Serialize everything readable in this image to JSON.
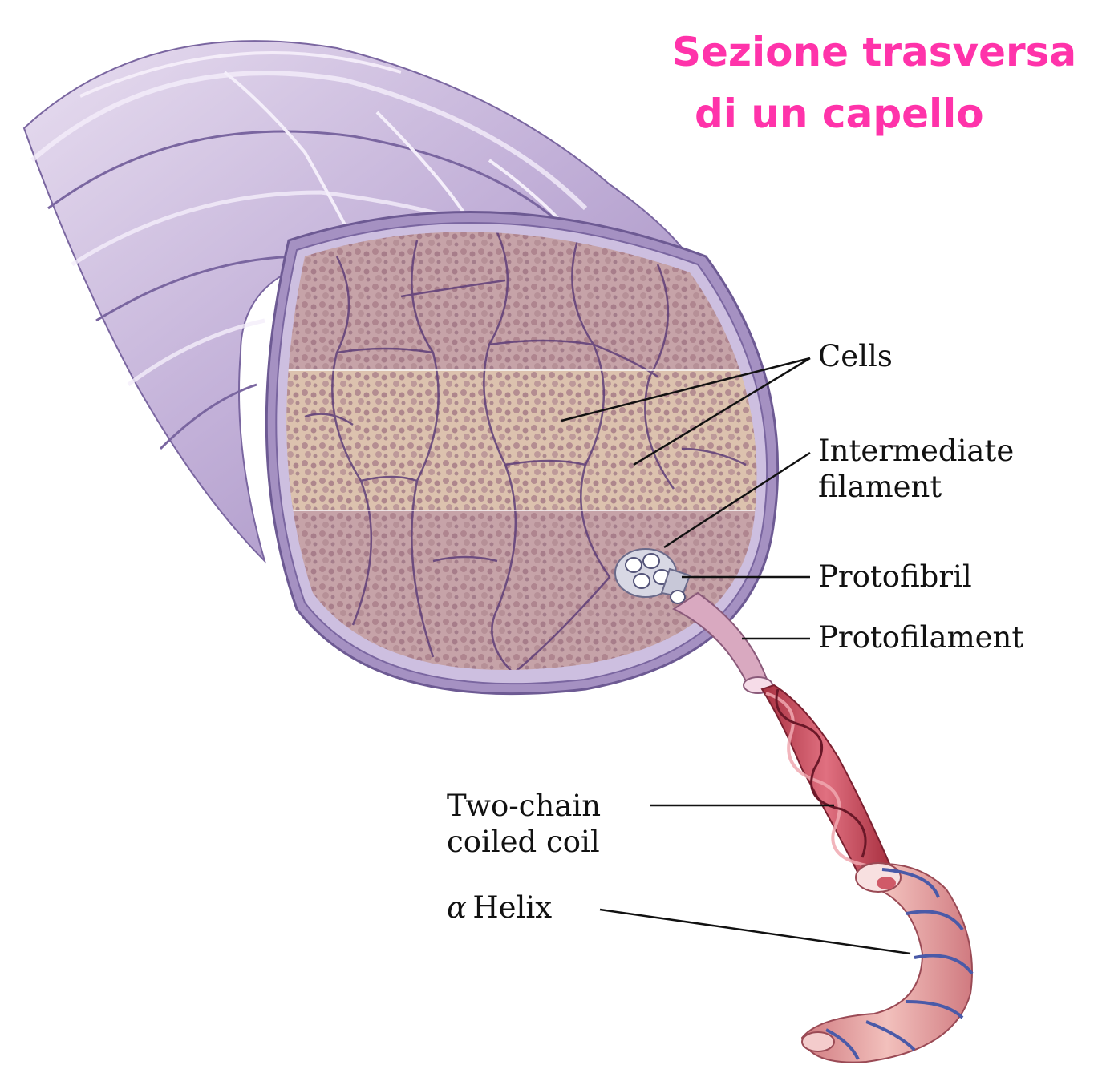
{
  "title": {
    "line1": "Sezione trasversa",
    "line2": "di un capello",
    "color": "#ff33aa"
  },
  "labels": {
    "cells": "Cells",
    "intermediate_1": "Intermediate",
    "intermediate_2": "filament",
    "protofibril": "Protofibril",
    "protofilament": "Protofilament",
    "twochain_1": "Two-chain",
    "twochain_2": "coiled coil",
    "alpha_symbol": "α",
    "helix": "Helix"
  },
  "colors": {
    "hair_outer": "#b8a6cf",
    "hair_highlight": "#ddd2ea",
    "hair_shadow": "#8a74a8",
    "cortex": "#c4a1a6",
    "cortex_band": "#dcc3b0",
    "cortex_veins": "#5e3e78",
    "coil_red": "#c85060",
    "helix_pink": "#e8a4a4",
    "helix_blue": "#4a5aa8"
  }
}
